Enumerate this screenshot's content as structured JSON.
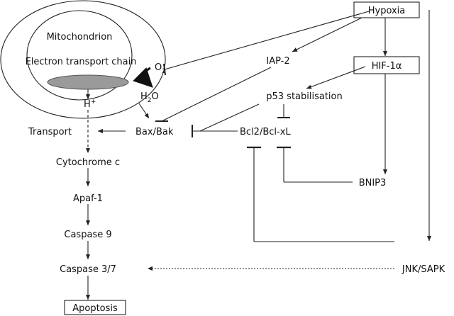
{
  "labels": {
    "hypoxia": "Hypoxia",
    "mitochondrion": "Mitochondrion",
    "etc": "Electron transport chain",
    "o2_main": "O",
    "o2_sub": "2",
    "h2o_h": "H",
    "h2o_sub": "2",
    "h2o_o": "O",
    "hplus_main": "H",
    "hplus_sup": "+",
    "iap2": "IAP-2",
    "hif1a": "HIF-1α",
    "p53": "p53 stabilisation",
    "transport": "Transport",
    "baxbak": "Bax/Bak",
    "bcl2": "Bcl2/Bcl-xL",
    "cytc": "Cytochrome c",
    "apaf1": "Apaf-1",
    "casp9": "Caspase 9",
    "casp37": "Caspase 3/7",
    "apoptosis": "Apoptosis",
    "bnip3": "BNIP3",
    "jnk": "JNK/SAPK"
  }
}
